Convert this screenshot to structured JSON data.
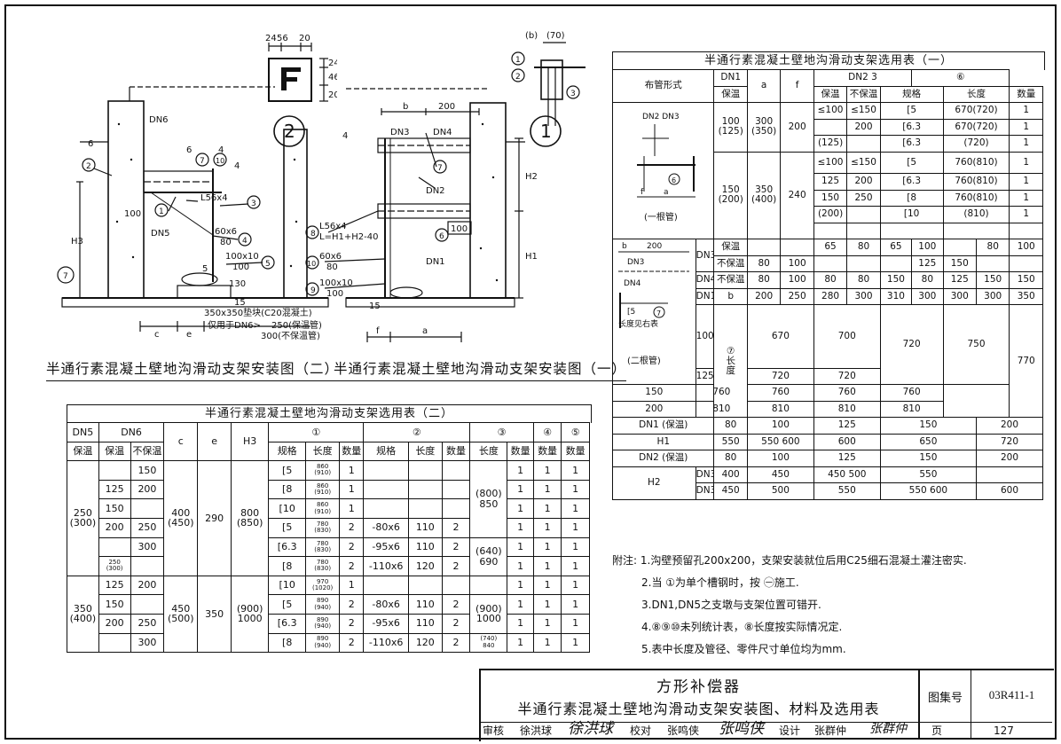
{
  "drawings": {
    "left": {
      "caption": "半通行素混凝土壁地沟滑动支架安装图（二）",
      "circle_number": "2",
      "detail_dims": [
        "24",
        "56",
        "20",
        "24",
        "46",
        "20"
      ],
      "labels": {
        "dn6": "DN6",
        "dn5": "DN5",
        "h3": "H3",
        "angle": "L56x4",
        "plate1": "60x6",
        "plate1_len": "80",
        "plate2": "100x10",
        "plate2_len": "100",
        "dim100": "100",
        "dim130": "130",
        "dim15": "15",
        "c": "c",
        "e": "e",
        "block1": "350x350垫块(C20混凝土)",
        "block2": "仅用于DN6>",
        "block3": "250(保温管)",
        "block4": "300(不保温管)",
        "weld1": "6",
        "weld2": "4",
        "weld3": "6",
        "weld4": "5",
        "weld5": "4",
        "c1": "1",
        "c2": "2",
        "c3": "3",
        "c4": "4",
        "c5": "5",
        "c7": "7",
        "c10": "10"
      }
    },
    "right": {
      "caption": "半通行素混凝土壁地沟滑动支架安装图（一）",
      "circle_number": "1",
      "detail_dims": [
        "(b)",
        "(70)"
      ],
      "labels": {
        "b": "b",
        "dim200": "200",
        "dn3": "DN3",
        "dn4": "DN4",
        "dn2": "DN2",
        "dn1": "DN1",
        "h2": "H2",
        "h1": "H1",
        "dim100": "100",
        "f": "f",
        "a": "a",
        "l56": "L56x4",
        "lformula": "L=H1+H2-40",
        "plate60": "60x6",
        "plate60_len": "80",
        "plate100": "100x10",
        "plate100_len": "100",
        "dim15": "15",
        "n4": "4",
        "n8": "8",
        "n9": "9",
        "n10": "10",
        "c1": "1",
        "c2": "2",
        "c3": "3",
        "c4": "4",
        "c6": "6",
        "c7": "7"
      }
    }
  },
  "table1": {
    "title": "半通行素混凝土壁地沟滑动支架选用表（一）",
    "rows": [
      [
        {
          "t": "布管形式",
          "rs": 2,
          "cs": 2
        },
        {
          "t": "DN1"
        },
        {
          "t": "a",
          "rs": 2
        },
        {
          "t": "f",
          "rs": 2
        },
        {
          "t": "DN2 3",
          "cs": 3
        },
        {
          "t": "⑥",
          "cs": 3
        }
      ],
      [
        {
          "t": "保温"
        },
        {
          "t": "保温"
        },
        {
          "t": "不保温"
        },
        {
          "t": "规格",
          "cs": 2
        },
        {
          "t": "长度",
          "cs": 2
        },
        {
          "t": "数量"
        }
      ],
      [
        {
          "t": "[schematic-1]",
          "rs": 8,
          "cs": 2
        },
        {
          "t": "100\n(125)",
          "rs": 3
        },
        {
          "t": "300\n(350)",
          "rs": 3
        },
        {
          "t": "200",
          "rs": 3
        },
        {
          "t": "≤100"
        },
        {
          "t": "≤150"
        },
        {
          "t": "[5",
          "cs": 2
        },
        {
          "t": "670(720)",
          "cs": 2
        },
        {
          "t": "1"
        }
      ],
      [
        {
          "t": ""
        },
        {
          "t": "200"
        },
        {
          "t": "[6.3",
          "cs": 2
        },
        {
          "t": "670(720)",
          "cs": 2
        },
        {
          "t": "1"
        }
      ],
      [
        {
          "t": "(125)"
        },
        {
          "t": ""
        },
        {
          "t": "[6.3",
          "cs": 2
        },
        {
          "t": "(720)",
          "cs": 2
        },
        {
          "t": "1"
        }
      ],
      [
        {
          "t": "150\n(200)",
          "rs": 5
        },
        {
          "t": "350\n(400)",
          "rs": 5
        },
        {
          "t": "240",
          "rs": 5
        },
        {
          "t": "≤100"
        },
        {
          "t": "≤150"
        },
        {
          "t": "[5",
          "cs": 2
        },
        {
          "t": "760(810)",
          "cs": 2
        },
        {
          "t": "1"
        }
      ],
      [
        {
          "t": "125"
        },
        {
          "t": "200"
        },
        {
          "t": "[6.3",
          "cs": 2
        },
        {
          "t": "760(810)",
          "cs": 2
        },
        {
          "t": "1"
        }
      ],
      [
        {
          "t": "150"
        },
        {
          "t": "250"
        },
        {
          "t": "[8",
          "cs": 2
        },
        {
          "t": "760(810)",
          "cs": 2
        },
        {
          "t": "1"
        }
      ],
      [
        {
          "t": "(200)"
        },
        {
          "t": ""
        },
        {
          "t": "[10",
          "cs": 2
        },
        {
          "t": "(810)",
          "cs": 2
        },
        {
          "t": "1"
        }
      ],
      [
        {
          "t": ""
        },
        {
          "t": ""
        },
        {
          "t": "",
          "cs": 2
        },
        {
          "t": "",
          "cs": 2
        },
        {
          "t": ""
        }
      ],
      [
        {
          "t": "[schematic-2]",
          "rs": 6
        },
        {
          "t": "DN3",
          "rs": 2
        },
        {
          "t": "保温"
        },
        {
          "t": ""
        },
        {
          "t": ""
        },
        {
          "t": "65"
        },
        {
          "t": "80"
        },
        {
          "t": "65"
        },
        {
          "t": "100"
        },
        {
          "t": ""
        },
        {
          "t": "80"
        },
        {
          "t": "100"
        }
      ],
      [
        {
          "t": "不保温"
        },
        {
          "t": "80"
        },
        {
          "t": "100"
        },
        {
          "t": ""
        },
        {
          "t": ""
        },
        {
          "t": ""
        },
        {
          "t": "125"
        },
        {
          "t": "150"
        },
        {
          "t": ""
        },
        {
          "t": ""
        }
      ],
      [
        {
          "t": "DN4"
        },
        {
          "t": "不保温"
        },
        {
          "t": "80"
        },
        {
          "t": "100"
        },
        {
          "t": "80"
        },
        {
          "t": "80"
        },
        {
          "t": "150"
        },
        {
          "t": "80"
        },
        {
          "t": "125"
        },
        {
          "t": "150"
        },
        {
          "t": "150"
        }
      ],
      [
        {
          "t": "DN1"
        },
        {
          "t": "b"
        },
        {
          "t": "200"
        },
        {
          "t": "250"
        },
        {
          "t": "280"
        },
        {
          "t": "300"
        },
        {
          "t": "310"
        },
        {
          "t": "300"
        },
        {
          "t": "300"
        },
        {
          "t": "300"
        },
        {
          "t": "350"
        }
      ],
      [
        {
          "t": "100"
        },
        {
          "t": "⑦\n长\n度",
          "rs": 4
        },
        {
          "t": "670",
          "cs": 2
        },
        {
          "t": "700",
          "cs": 2
        },
        {
          "t": "720",
          "cs": 2,
          "rs": 2
        },
        {
          "t": "750",
          "cs": 2,
          "rs": 2
        },
        {
          "t": "770",
          "rs": 4
        }
      ],
      [
        {
          "t": "125"
        },
        {
          "t": "720",
          "cs": 2
        },
        {
          "t": "720",
          "cs": 2
        }
      ],
      [
        {
          "t": "150"
        },
        {
          "t": "760",
          "cs": 2
        },
        {
          "t": "760",
          "cs": 2
        },
        {
          "t": "760",
          "cs": 2
        },
        {
          "t": "760",
          "cs": 2
        }
      ],
      [
        {
          "t": "200"
        },
        {
          "t": "810",
          "cs": 2
        },
        {
          "t": "810",
          "cs": 2
        },
        {
          "t": "810",
          "cs": 2
        },
        {
          "t": "810",
          "cs": 2
        }
      ],
      [
        {
          "t": "DN1 (保温)",
          "cs": 2
        },
        {
          "t": "80"
        },
        {
          "t": "100",
          "cs": 2
        },
        {
          "t": "125",
          "cs": 2
        },
        {
          "t": "150",
          "cs": 3
        },
        {
          "t": "200",
          "cs": 2
        }
      ],
      [
        {
          "t": "H1",
          "cs": 2
        },
        {
          "t": "550"
        },
        {
          "t": "550 600",
          "cs": 2
        },
        {
          "t": "600",
          "cs": 2
        },
        {
          "t": "650",
          "cs": 3
        },
        {
          "t": "720",
          "cs": 2
        }
      ],
      [
        {
          "t": "DN2 (保温)",
          "cs": 2
        },
        {
          "t": "80"
        },
        {
          "t": "100",
          "cs": 2
        },
        {
          "t": "125",
          "cs": 2
        },
        {
          "t": "150",
          "cs": 3
        },
        {
          "t": "200",
          "cs": 2
        }
      ],
      [
        {
          "t": "H2",
          "rs": 2
        },
        {
          "t": "DN3 保温"
        },
        {
          "t": "400"
        },
        {
          "t": "450",
          "cs": 2
        },
        {
          "t": "450 500",
          "cs": 2
        },
        {
          "t": "550",
          "cs": 3
        },
        {
          "t": "",
          "cs": 2
        }
      ],
      [
        {
          "t": "DN3 不保温"
        },
        {
          "t": "450"
        },
        {
          "t": "500",
          "cs": 2
        },
        {
          "t": "550",
          "cs": 2
        },
        {
          "t": "550 600",
          "cs": 3
        },
        {
          "t": "600",
          "cs": 2
        }
      ]
    ],
    "schematic1": {
      "dn": "DN2 DN3",
      "f": "f",
      "a": "a",
      "c6": "6",
      "caption": "(一根管)"
    },
    "schematic2": {
      "b": "b",
      "dim": "200",
      "dn3": "DN3",
      "dn4": "DN4",
      "c5": "[5",
      "c7": "7",
      "note": "长度见右表",
      "caption": "(二根管)"
    }
  },
  "table2": {
    "title": "半通行素混凝土壁地沟滑动支架选用表（二）",
    "rows": [
      [
        {
          "t": "DN5"
        },
        {
          "t": "DN6",
          "cs": 2
        },
        {
          "t": "c",
          "rs": 2
        },
        {
          "t": "e",
          "rs": 2
        },
        {
          "t": "H3",
          "rs": 2
        },
        {
          "t": "①",
          "cs": 3
        },
        {
          "t": "②",
          "cs": 3
        },
        {
          "t": "③",
          "cs": 2
        },
        {
          "t": "④"
        },
        {
          "t": "⑤"
        }
      ],
      [
        {
          "t": "保温"
        },
        {
          "t": "保温"
        },
        {
          "t": "不保温"
        },
        {
          "t": "规格"
        },
        {
          "t": "长度"
        },
        {
          "t": "数量"
        },
        {
          "t": "规格"
        },
        {
          "t": "长度"
        },
        {
          "t": "数量"
        },
        {
          "t": "长度"
        },
        {
          "t": "数量"
        },
        {
          "t": "数量"
        },
        {
          "t": "数量"
        }
      ],
      [
        {
          "t": "250\n(300)",
          "rs": 6
        },
        {
          "t": ""
        },
        {
          "t": "150"
        },
        {
          "t": "400\n(450)",
          "rs": 6
        },
        {
          "t": "290",
          "rs": 6
        },
        {
          "t": "800\n(850)",
          "rs": 6
        },
        {
          "t": "[5"
        },
        {
          "t": "860\n(910)",
          "s": 1
        },
        {
          "t": "1"
        },
        {
          "t": ""
        },
        {
          "t": ""
        },
        {
          "t": ""
        },
        {
          "t": "(800)\n850",
          "rs": 4
        },
        {
          "t": "1"
        },
        {
          "t": "1"
        },
        {
          "t": "1"
        }
      ],
      [
        {
          "t": "125"
        },
        {
          "t": "200"
        },
        {
          "t": "[8"
        },
        {
          "t": "860\n(910)",
          "s": 1
        },
        {
          "t": "1"
        },
        {
          "t": ""
        },
        {
          "t": ""
        },
        {
          "t": ""
        },
        {
          "t": "1"
        },
        {
          "t": "1"
        },
        {
          "t": "1"
        }
      ],
      [
        {
          "t": "150"
        },
        {
          "t": ""
        },
        {
          "t": "[10"
        },
        {
          "t": "860\n(910)",
          "s": 1
        },
        {
          "t": "1"
        },
        {
          "t": ""
        },
        {
          "t": ""
        },
        {
          "t": ""
        },
        {
          "t": "1"
        },
        {
          "t": "1"
        },
        {
          "t": "1"
        }
      ],
      [
        {
          "t": "200"
        },
        {
          "t": "250"
        },
        {
          "t": "[5"
        },
        {
          "t": "780\n(830)",
          "s": 1
        },
        {
          "t": "2"
        },
        {
          "t": "-80x6"
        },
        {
          "t": "110"
        },
        {
          "t": "2"
        },
        {
          "t": "1"
        },
        {
          "t": "1"
        },
        {
          "t": "1"
        }
      ],
      [
        {
          "t": ""
        },
        {
          "t": "300"
        },
        {
          "t": "[6.3"
        },
        {
          "t": "780\n(830)",
          "s": 1
        },
        {
          "t": "2"
        },
        {
          "t": "-95x6"
        },
        {
          "t": "110"
        },
        {
          "t": "2"
        },
        {
          "t": "(640)\n690",
          "rs": 2
        },
        {
          "t": "1"
        },
        {
          "t": "1"
        },
        {
          "t": "1"
        }
      ],
      [
        {
          "t": "250\n(300)",
          "s": 1
        },
        {
          "t": ""
        },
        {
          "t": "[8"
        },
        {
          "t": "780\n(830)",
          "s": 1
        },
        {
          "t": "2"
        },
        {
          "t": "-110x6"
        },
        {
          "t": "120"
        },
        {
          "t": "2"
        },
        {
          "t": "1"
        },
        {
          "t": "1"
        },
        {
          "t": "1"
        }
      ],
      [
        {
          "t": "350\n(400)",
          "rs": 4
        },
        {
          "t": "125"
        },
        {
          "t": "200"
        },
        {
          "t": "450\n(500)",
          "rs": 4
        },
        {
          "t": "350",
          "rs": 4
        },
        {
          "t": "(900)\n1000",
          "rs": 4
        },
        {
          "t": "[10"
        },
        {
          "t": "970\n(1020)",
          "s": 1
        },
        {
          "t": "1"
        },
        {
          "t": ""
        },
        {
          "t": ""
        },
        {
          "t": ""
        },
        {
          "t": ""
        },
        {
          "t": "1"
        },
        {
          "t": "1"
        },
        {
          "t": "1"
        }
      ],
      [
        {
          "t": "150"
        },
        {
          "t": ""
        },
        {
          "t": "[5"
        },
        {
          "t": "890\n(940)",
          "s": 1
        },
        {
          "t": "2"
        },
        {
          "t": "-80x6"
        },
        {
          "t": "110"
        },
        {
          "t": "2"
        },
        {
          "t": "(900)\n1000",
          "rs": 2
        },
        {
          "t": "1"
        },
        {
          "t": "1"
        },
        {
          "t": "1"
        }
      ],
      [
        {
          "t": "200"
        },
        {
          "t": "250"
        },
        {
          "t": "[6.3"
        },
        {
          "t": "890\n(940)",
          "s": 1
        },
        {
          "t": "2"
        },
        {
          "t": "-95x6"
        },
        {
          "t": "110"
        },
        {
          "t": "2"
        },
        {
          "t": "1"
        },
        {
          "t": "1"
        },
        {
          "t": "1"
        }
      ],
      [
        {
          "t": ""
        },
        {
          "t": "300"
        },
        {
          "t": "[8"
        },
        {
          "t": "890\n(940)",
          "s": 1
        },
        {
          "t": "2"
        },
        {
          "t": "-110x6"
        },
        {
          "t": "120"
        },
        {
          "t": "2"
        },
        {
          "t": "(740)\n840",
          "s": 1
        },
        {
          "t": "1"
        },
        {
          "t": "1"
        },
        {
          "t": "1"
        }
      ]
    ]
  },
  "notes": {
    "prefix": "附注:",
    "items": [
      "1.沟壁预留孔200x200，支架安装就位后用C25细石混凝土灌注密实.",
      "2.当 ①为单个槽钢时，按 ㊀施工.",
      "3.DN1,DN5之支墩与支架位置可错开.",
      "4.⑧⑨⑩未列统计表，⑧长度按实际情况定.",
      "5.表中长度及管径、零件尺寸单位均为mm."
    ]
  },
  "title_block": {
    "title1": "方形补偿器",
    "title2": "半通行素混凝土壁地沟滑动支架安装图、材料及选用表",
    "atlas_label": "图集号",
    "atlas_no": "03R411-1",
    "review_label": "审核",
    "reviewer": "徐洪球",
    "reviewer_sig": "徐洪球",
    "check_label": "校对",
    "checker": "张鸣侠",
    "checker_sig": "张鸣侠",
    "design_label": "设计",
    "designer": "张群仲",
    "designer_sig": "张群仲",
    "page_label": "页",
    "page_no": "127"
  }
}
